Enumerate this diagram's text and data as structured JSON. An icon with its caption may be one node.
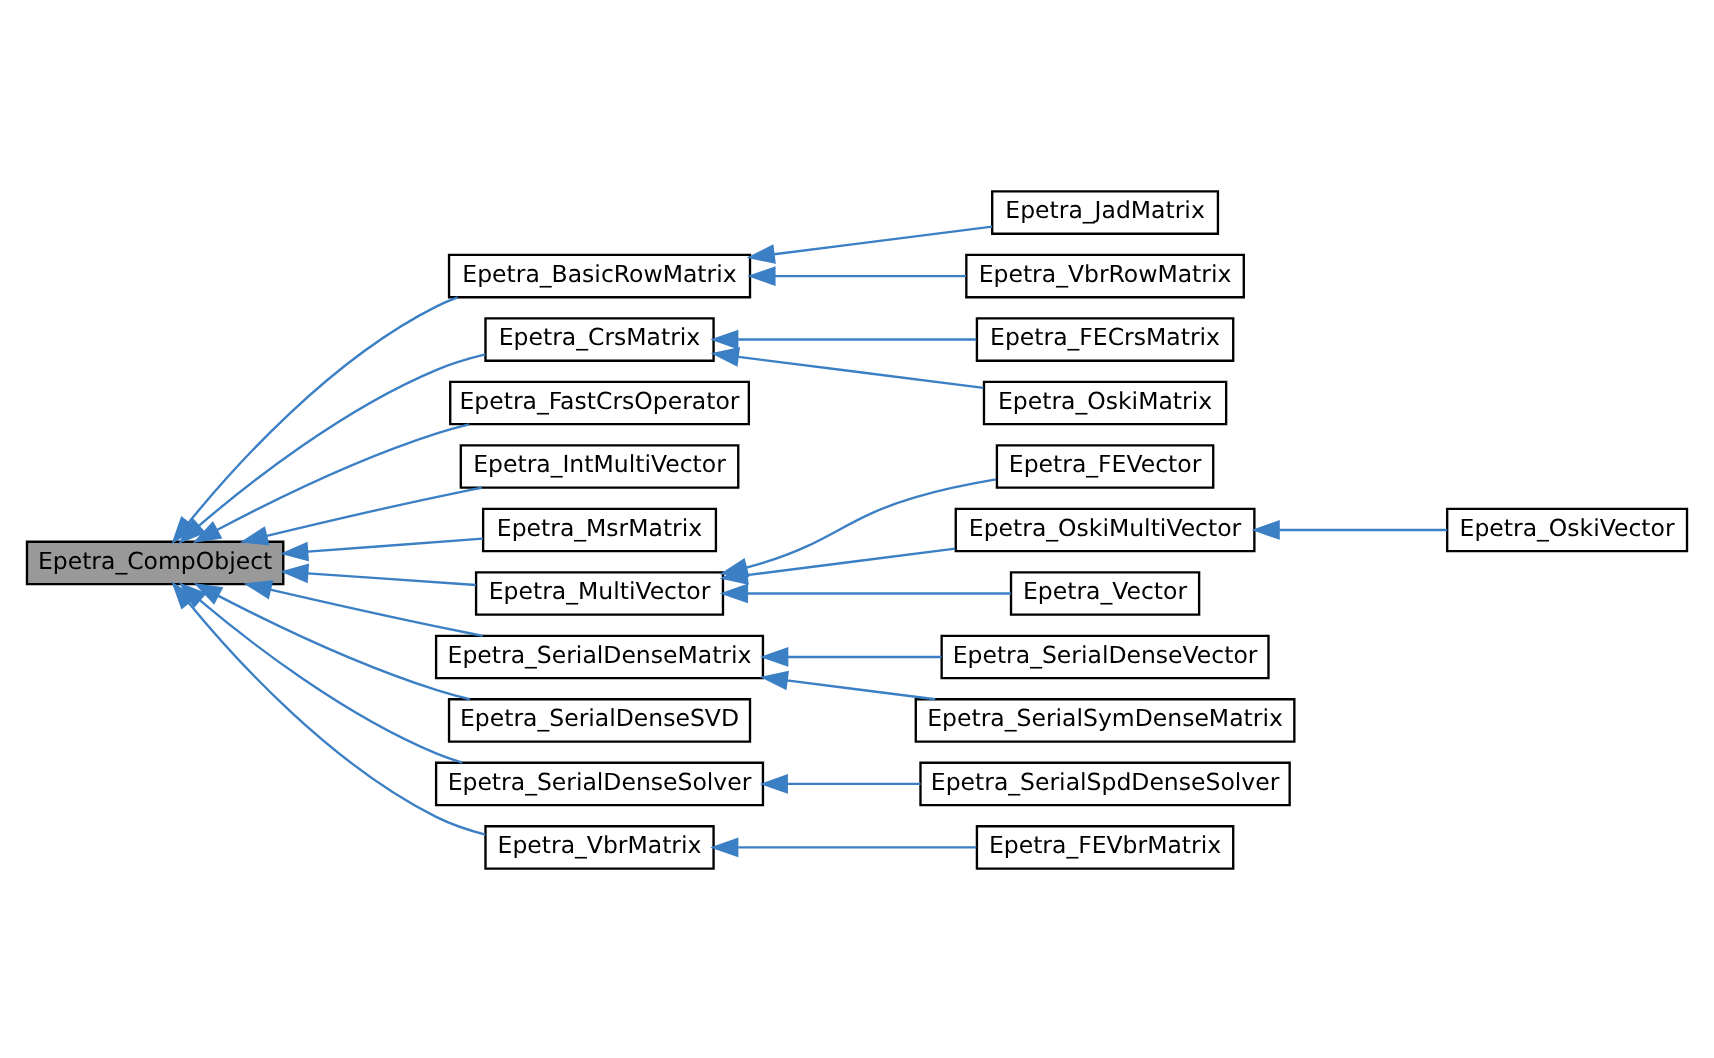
{
  "diagram": {
    "nodes": [
      {
        "text": [
          "Epetra_CompObject"
        ]
      },
      {
        "text": [
          "Epetra_BasicRowMatrix"
        ]
      },
      {
        "text": [
          "Epetra_CrsMatrix"
        ]
      },
      {
        "text": [
          "Epetra_FastCrsOperator"
        ]
      },
      {
        "text": [
          "Epetra_IntMultiVector"
        ]
      },
      {
        "text": [
          "Epetra_MsrMatrix"
        ]
      },
      {
        "text": [
          "Epetra_MultiVector"
        ]
      },
      {
        "text": [
          "Epetra_SerialDenseMatrix"
        ]
      },
      {
        "text": [
          "Epetra_SerialDenseSVD"
        ]
      },
      {
        "text": [
          "Epetra_SerialDenseSolver"
        ]
      },
      {
        "text": [
          "Epetra_VbrMatrix"
        ]
      },
      {
        "text": [
          "Epetra_JadMatrix"
        ]
      },
      {
        "text": [
          "Epetra_VbrRowMatrix"
        ]
      },
      {
        "text": [
          "Epetra_FECrsMatrix"
        ]
      },
      {
        "text": [
          "Epetra_OskiMatrix"
        ]
      },
      {
        "text": [
          "Epetra_FEVector"
        ]
      },
      {
        "text": [
          "Epetra_OskiMultiVector"
        ]
      },
      {
        "text": [
          "Epetra_Vector"
        ]
      },
      {
        "text": [
          "Epetra_SerialDenseVector"
        ]
      },
      {
        "text": [
          "Epetra_SerialSymDenseMatrix"
        ]
      },
      {
        "text": [
          "Epetra_SerialSpdDenseSolver"
        ]
      },
      {
        "text": [
          "Epetra_FEVbrMatrix"
        ]
      },
      {
        "text": [
          "Epetra_OskiVector"
        ]
      }
    ],
    "edges": [
      {
        "from": 1,
        "to": 0,
        "arrow": "to"
      },
      {
        "from": 2,
        "to": 0,
        "arrow": "to"
      },
      {
        "from": 3,
        "to": 0,
        "arrow": "to"
      },
      {
        "from": 4,
        "to": 0,
        "arrow": "to"
      },
      {
        "from": 5,
        "to": 0,
        "arrow": "to"
      },
      {
        "from": 6,
        "to": 0,
        "arrow": "to"
      },
      {
        "from": 7,
        "to": 0,
        "arrow": "to"
      },
      {
        "from": 8,
        "to": 0,
        "arrow": "to"
      },
      {
        "from": 9,
        "to": 0,
        "arrow": "to"
      },
      {
        "from": 10,
        "to": 0,
        "arrow": "to"
      },
      {
        "from": 11,
        "to": 1,
        "arrow": "to"
      },
      {
        "from": 12,
        "to": 1,
        "arrow": "to"
      },
      {
        "from": 13,
        "to": 2,
        "arrow": "to"
      },
      {
        "from": 14,
        "to": 2,
        "arrow": "to"
      },
      {
        "from": 15,
        "to": 6,
        "arrow": "to"
      },
      {
        "from": 16,
        "to": 6,
        "arrow": "to"
      },
      {
        "from": 17,
        "to": 6,
        "arrow": "to"
      },
      {
        "from": 18,
        "to": 7,
        "arrow": "to"
      },
      {
        "from": 19,
        "to": 7,
        "arrow": "to"
      },
      {
        "from": 20,
        "to": 9,
        "arrow": "to"
      },
      {
        "from": 21,
        "to": 10,
        "arrow": "to"
      },
      {
        "from": 22,
        "to": 16,
        "arrow": "to"
      }
    ]
  }
}
